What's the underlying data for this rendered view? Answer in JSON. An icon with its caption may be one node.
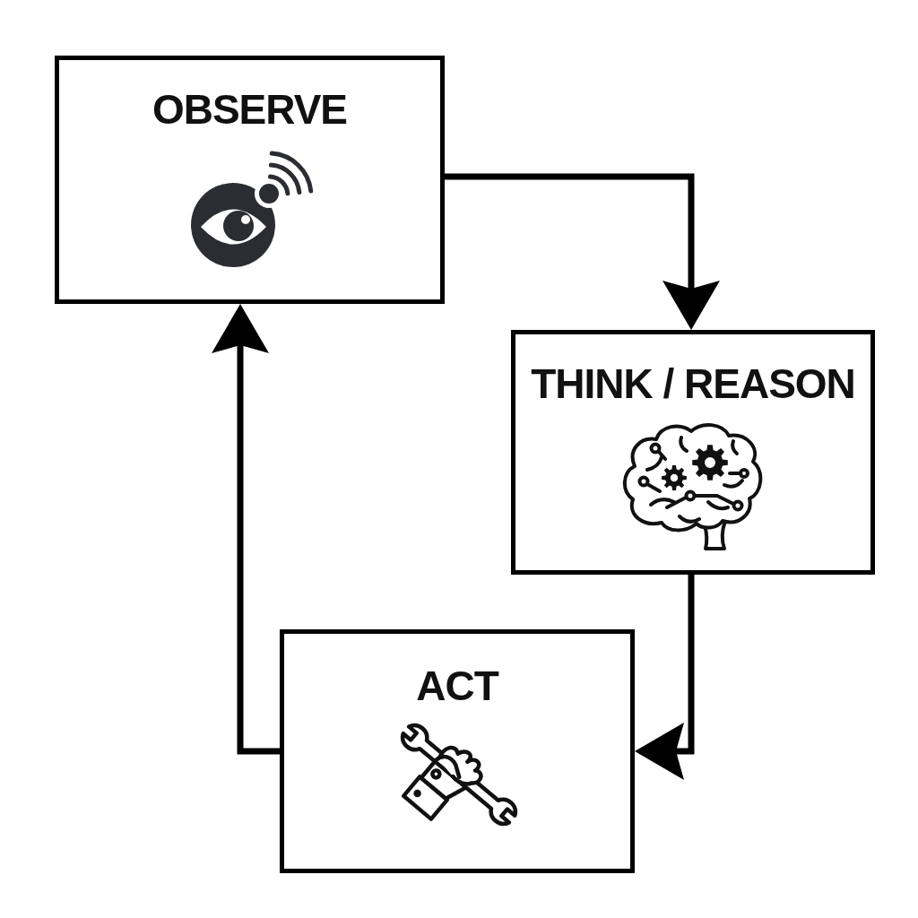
{
  "diagram": {
    "nodes": [
      {
        "text": [
          "OBSERVE"
        ]
      },
      {
        "text": [
          "THINK / REASON"
        ]
      },
      {
        "text": [
          "ACT"
        ]
      }
    ],
    "edges": [
      {
        "from": 0,
        "to": 1,
        "arrow": "to"
      },
      {
        "from": 1,
        "to": 2,
        "arrow": "to"
      },
      {
        "from": 2,
        "to": 0,
        "arrow": "to"
      }
    ]
  }
}
